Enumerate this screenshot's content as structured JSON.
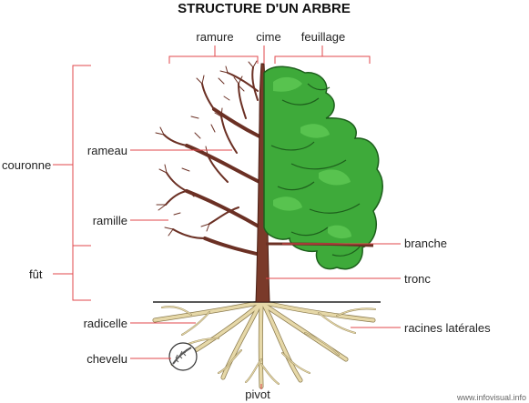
{
  "title": "STRUCTURE D'UN ARBRE",
  "labels": {
    "ramure": "ramure",
    "cime": "cime",
    "feuillage": "feuillage",
    "couronne": "couronne",
    "fut": "fût",
    "rameau": "rameau",
    "ramille": "ramille",
    "branche": "branche",
    "tronc": "tronc",
    "radicelle": "radicelle",
    "racines_laterales": "racines latérales",
    "chevelu": "chevelu",
    "pivot": "pivot"
  },
  "credit": "www.infovisual.info",
  "colors": {
    "leader_line": "#e2474b",
    "trunk": "#7a3a2a",
    "foliage": "#3eaa3a",
    "roots": "#e6d8a8"
  }
}
